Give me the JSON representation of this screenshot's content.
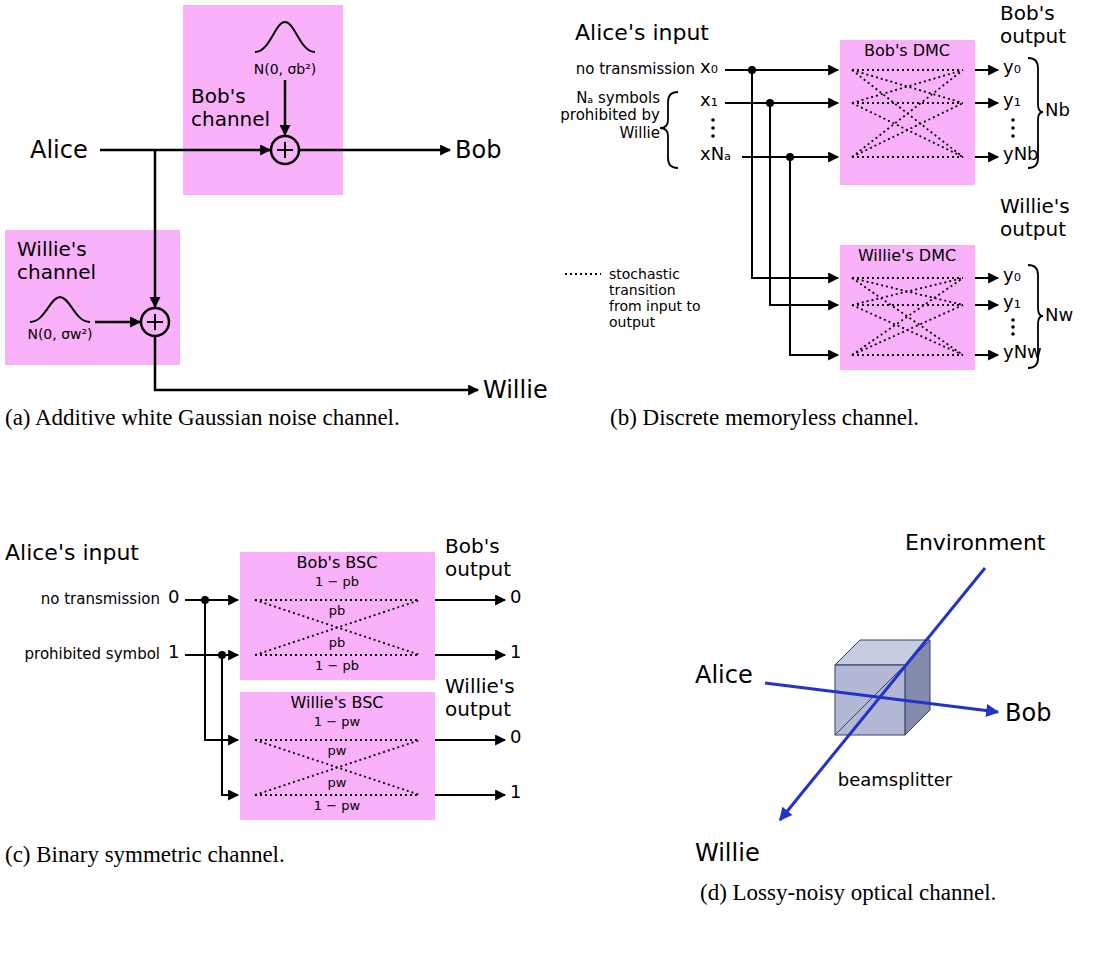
{
  "diagram": {
    "nodes": [
      {
        "text": [
          "N(0, σb²)",
          "Bob's channel"
        ]
      },
      {
        "text": [
          "Willie's channel",
          "N(0, σw²)"
        ]
      },
      {
        "text": [
          "Bob's DMC"
        ]
      },
      {
        "text": [
          "Willie's DMC"
        ]
      },
      {
        "text": [
          "Bob's BSC",
          "1 − pb",
          "pb",
          "pb",
          "1 − pb"
        ]
      },
      {
        "text": [
          "Willie's BSC",
          "1 − pw",
          "pw",
          "pw",
          "1 − pw"
        ]
      }
    ],
    "labels": [
      "Alice",
      "Bob",
      "Willie",
      "(a) Additive white Gaussian noise channel.",
      "Alice's input",
      "no transmission",
      "x₀",
      "x₁",
      "xNₐ",
      "Nₐ symbols prohibited by Willie",
      "Bob's output",
      "y₀",
      "y₁",
      "yNb",
      "Nb",
      "Willie's output",
      "y₀",
      "y₁",
      "yNw",
      "Nw",
      "(b) Discrete memoryless channel.",
      "Alice's input",
      "no transmission",
      "0",
      "prohibited symbol",
      "1",
      "Bob's output",
      "0",
      "1",
      "Willie's output",
      "0",
      "1",
      "(c) Binary symmetric channel.",
      "Environment",
      "Alice",
      "Bob",
      "beamsplitter",
      "Willie",
      "(d) Lossy-noisy optical channel."
    ],
    "legend": [
      {
        "text": "stochastic transition from input to output"
      }
    ]
  }
}
